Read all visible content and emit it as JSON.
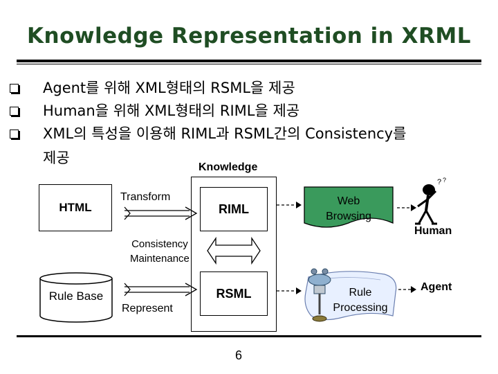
{
  "slide": {
    "title": "Knowledge Representation in XRML",
    "bullets": [
      "Agent를 위해 XML형태의 RSML을 제공",
      "Human을 위해 XML형태의 RIML을 제공",
      "XML의 특성을 이용해 RIML과 RSML간의 Consistency를"
    ],
    "bullet_3_continuation": "제공",
    "page_number": "6"
  },
  "diagram": {
    "knowledge_label": "Knowledge",
    "html_label": "HTML",
    "rule_base_label": "Rule Base",
    "transform_label": "Transform",
    "represent_label": "Represent",
    "riml_label": "RIML",
    "rsml_label": "RSML",
    "consistency_line1": "Consistency",
    "consistency_line2": "Maintenance",
    "web_browsing_line1": "Web",
    "web_browsing_line2": "Browsing",
    "rule_processing_line1": "Rule",
    "rule_processing_line2": "Processing",
    "human_label": "Human",
    "agent_label": "Agent",
    "colors": {
      "title": "#1f4d23",
      "web_browsing_fill": "#3a9a5c"
    }
  }
}
